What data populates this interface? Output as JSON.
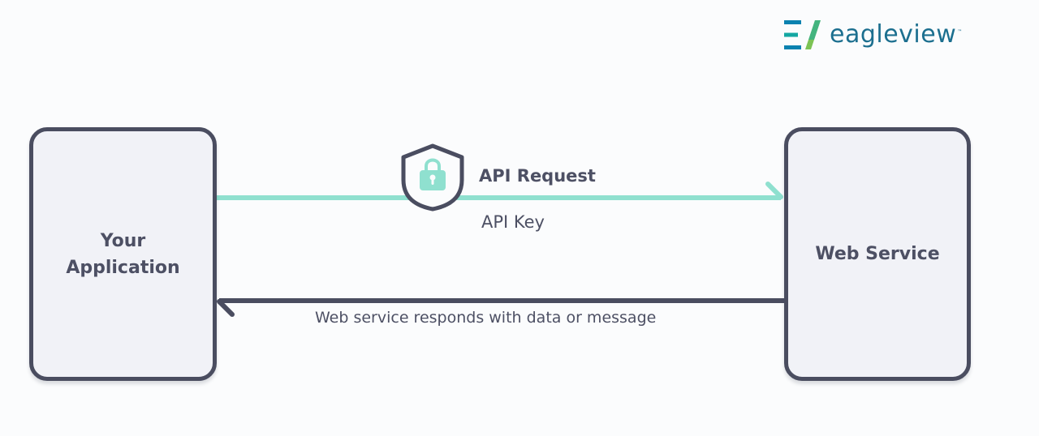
{
  "logo": {
    "text": "eagleview",
    "trademark": "™",
    "colors": [
      "#0b82b0",
      "#14a7a2",
      "#7cc354",
      "#1c6f8f"
    ]
  },
  "nodes": {
    "client": "Your Application",
    "service": "Web Service"
  },
  "request": {
    "label": "API Request",
    "auth_label": "API Key",
    "line_color": "#8fe0cf",
    "lock_icon": "shield-lock-icon"
  },
  "response": {
    "label": "Web service responds with data or message",
    "line_color": "#4a4d60"
  }
}
